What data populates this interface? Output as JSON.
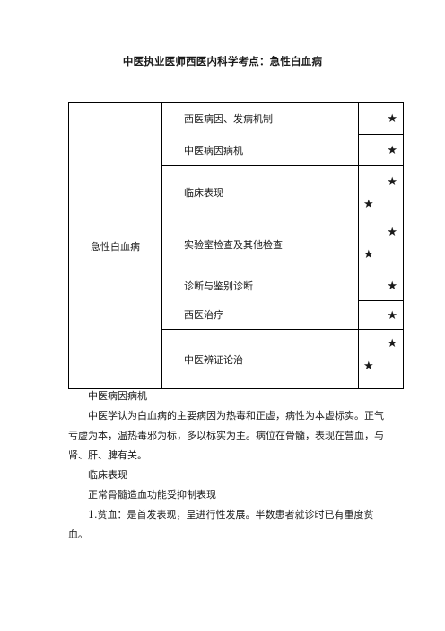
{
  "title": "中医执业医师西医内科学考点：急性白血病",
  "table": {
    "disease": "急性白血病",
    "star": "★",
    "rows": [
      {
        "label": "西医病因、发病机制",
        "stars": 1
      },
      {
        "label": "中医病因病机",
        "stars": 1
      },
      {
        "label": "临床表现",
        "stars": 2
      },
      {
        "label": "实验室检查及其他检查",
        "stars": 2
      },
      {
        "label": "诊断与鉴别诊断",
        "stars": 1
      },
      {
        "label": "西医治疗",
        "stars": 1
      },
      {
        "label": "中医辨证论治",
        "stars": 2
      }
    ]
  },
  "sections": {
    "h1": "中医病因病机",
    "p1": "中医学认为白血病的主要病因为热毒和正虚，病性为本虚标实。正气亏虚为本，温热毒邪为标，多以标实为主。病位在骨髓，表现在营血，与肾、肝、脾有关。",
    "h2": "临床表现",
    "p2": "正常骨髓造血功能受抑制表现",
    "p3": "1.贫血：是首发表现，呈进行性发展。半数患者就诊时已有重度贫血。"
  }
}
